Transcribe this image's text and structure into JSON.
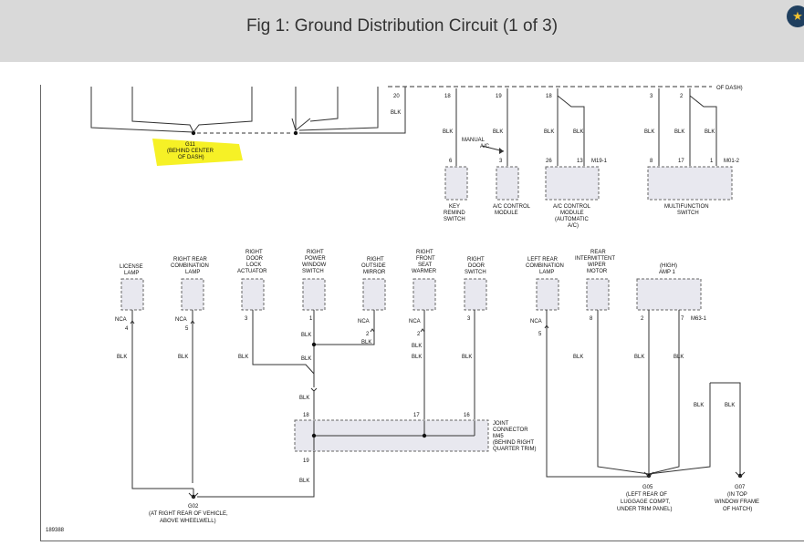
{
  "header": {
    "title": "Fig 1: Ground Distribution Circuit (1 of 3)"
  },
  "badge": {
    "glyph": "★",
    "icon": "star-badge-icon"
  },
  "colors": {
    "highlight": "#f5f01a",
    "header_bg": "#d9d9d9",
    "wire": "#333333",
    "component_fill": "#e8e8ef"
  },
  "top": {
    "g11": {
      "name": "G11",
      "loc1": "(BEHIND CENTER",
      "loc2": "OF DASH)"
    },
    "of_dash": "OF DASH)",
    "pins": {
      "p20": "20",
      "p18a": "18",
      "p19": "19",
      "p18b": "18",
      "p3": "3",
      "p2": "2"
    },
    "blk": "BLK",
    "manual_ac_1": "MANUAL",
    "manual_ac_2": "A/C",
    "key_remind": {
      "pin": "6",
      "l1": "KEY",
      "l2": "REMIND",
      "l3": "SWITCH"
    },
    "ac_control": {
      "pin": "3",
      "l1": "A/C CONTROL",
      "l2": "MODULE"
    },
    "ac_auto": {
      "pin1": "26",
      "pin2": "13",
      "conn": "M19-1",
      "l1": "A/C CONTROL",
      "l2": "MODULE",
      "l3": "(AUTOMATIC",
      "l4": "A/C)"
    },
    "multifunction": {
      "pin1": "8",
      "pin2": "17",
      "pin3": "1",
      "conn": "M01-2",
      "l1": "MULTIFUNCTION",
      "l2": "SWITCH"
    }
  },
  "bottom": {
    "license": {
      "l1": "LICENSE",
      "l2": "LAMP",
      "nca": "NCA",
      "pin": "4"
    },
    "rr_comb": {
      "l1": "RIGHT REAR",
      "l2": "COMBINATION",
      "l3": "LAMP",
      "nca": "NCA",
      "pin": "5"
    },
    "door_lock": {
      "l1": "RIGHT",
      "l2": "DOOR",
      "l3": "LOCK",
      "l4": "ACTUATOR",
      "pin": "3"
    },
    "power_window": {
      "l1": "RIGHT",
      "l2": "POWER",
      "l3": "WINDOW",
      "l4": "SWITCH",
      "pin": "1"
    },
    "mirror": {
      "l1": "RIGHT",
      "l2": "OUTSIDE",
      "l3": "MIRROR",
      "nca": "NCA",
      "pin": "2"
    },
    "seat_warmer": {
      "l1": "RIGHT",
      "l2": "FRONT",
      "l3": "SEAT",
      "l4": "WARMER",
      "nca": "NCA",
      "pin": "2"
    },
    "door_switch": {
      "l1": "RIGHT",
      "l2": "DOOR",
      "l3": "SWITCH",
      "pin": "3"
    },
    "joint": {
      "l1": "JOINT",
      "l2": "CONNECTOR",
      "l3": "M45",
      "l4": "(BEHIND RIGHT",
      "l5": "QUARTER TRIM)",
      "p18": "18",
      "p17": "17",
      "p16": "16",
      "p19": "19"
    },
    "g02": {
      "name": "G02",
      "loc1": "(AT RIGHT REAR OF VEHICLE,",
      "loc2": "ABOVE WHEELWELL)"
    },
    "lr_comb": {
      "l1": "LEFT REAR",
      "l2": "COMBINATION",
      "l3": "LAMP",
      "nca": "NCA",
      "pin": "5"
    },
    "wiper": {
      "l1": "REAR",
      "l2": "INTERMITTENT",
      "l3": "WIPER",
      "l4": "MOTOR",
      "pin": "8"
    },
    "amp": {
      "l1": "(HIGH)",
      "l2": "AMP 1",
      "pin1": "2",
      "pin2": "7",
      "conn": "M63-1"
    },
    "g05": {
      "name": "G05",
      "loc1": "(LEFT REAR OF",
      "loc2": "LUGGAGE COMPT,",
      "loc3": "UNDER TRIM PANEL)"
    },
    "g07": {
      "name": "G07",
      "loc1": "(IN TOP",
      "loc2": "WINDOW FRAME",
      "loc3": "OF HATCH)"
    },
    "blk": "BLK",
    "figure_id": "189388"
  }
}
